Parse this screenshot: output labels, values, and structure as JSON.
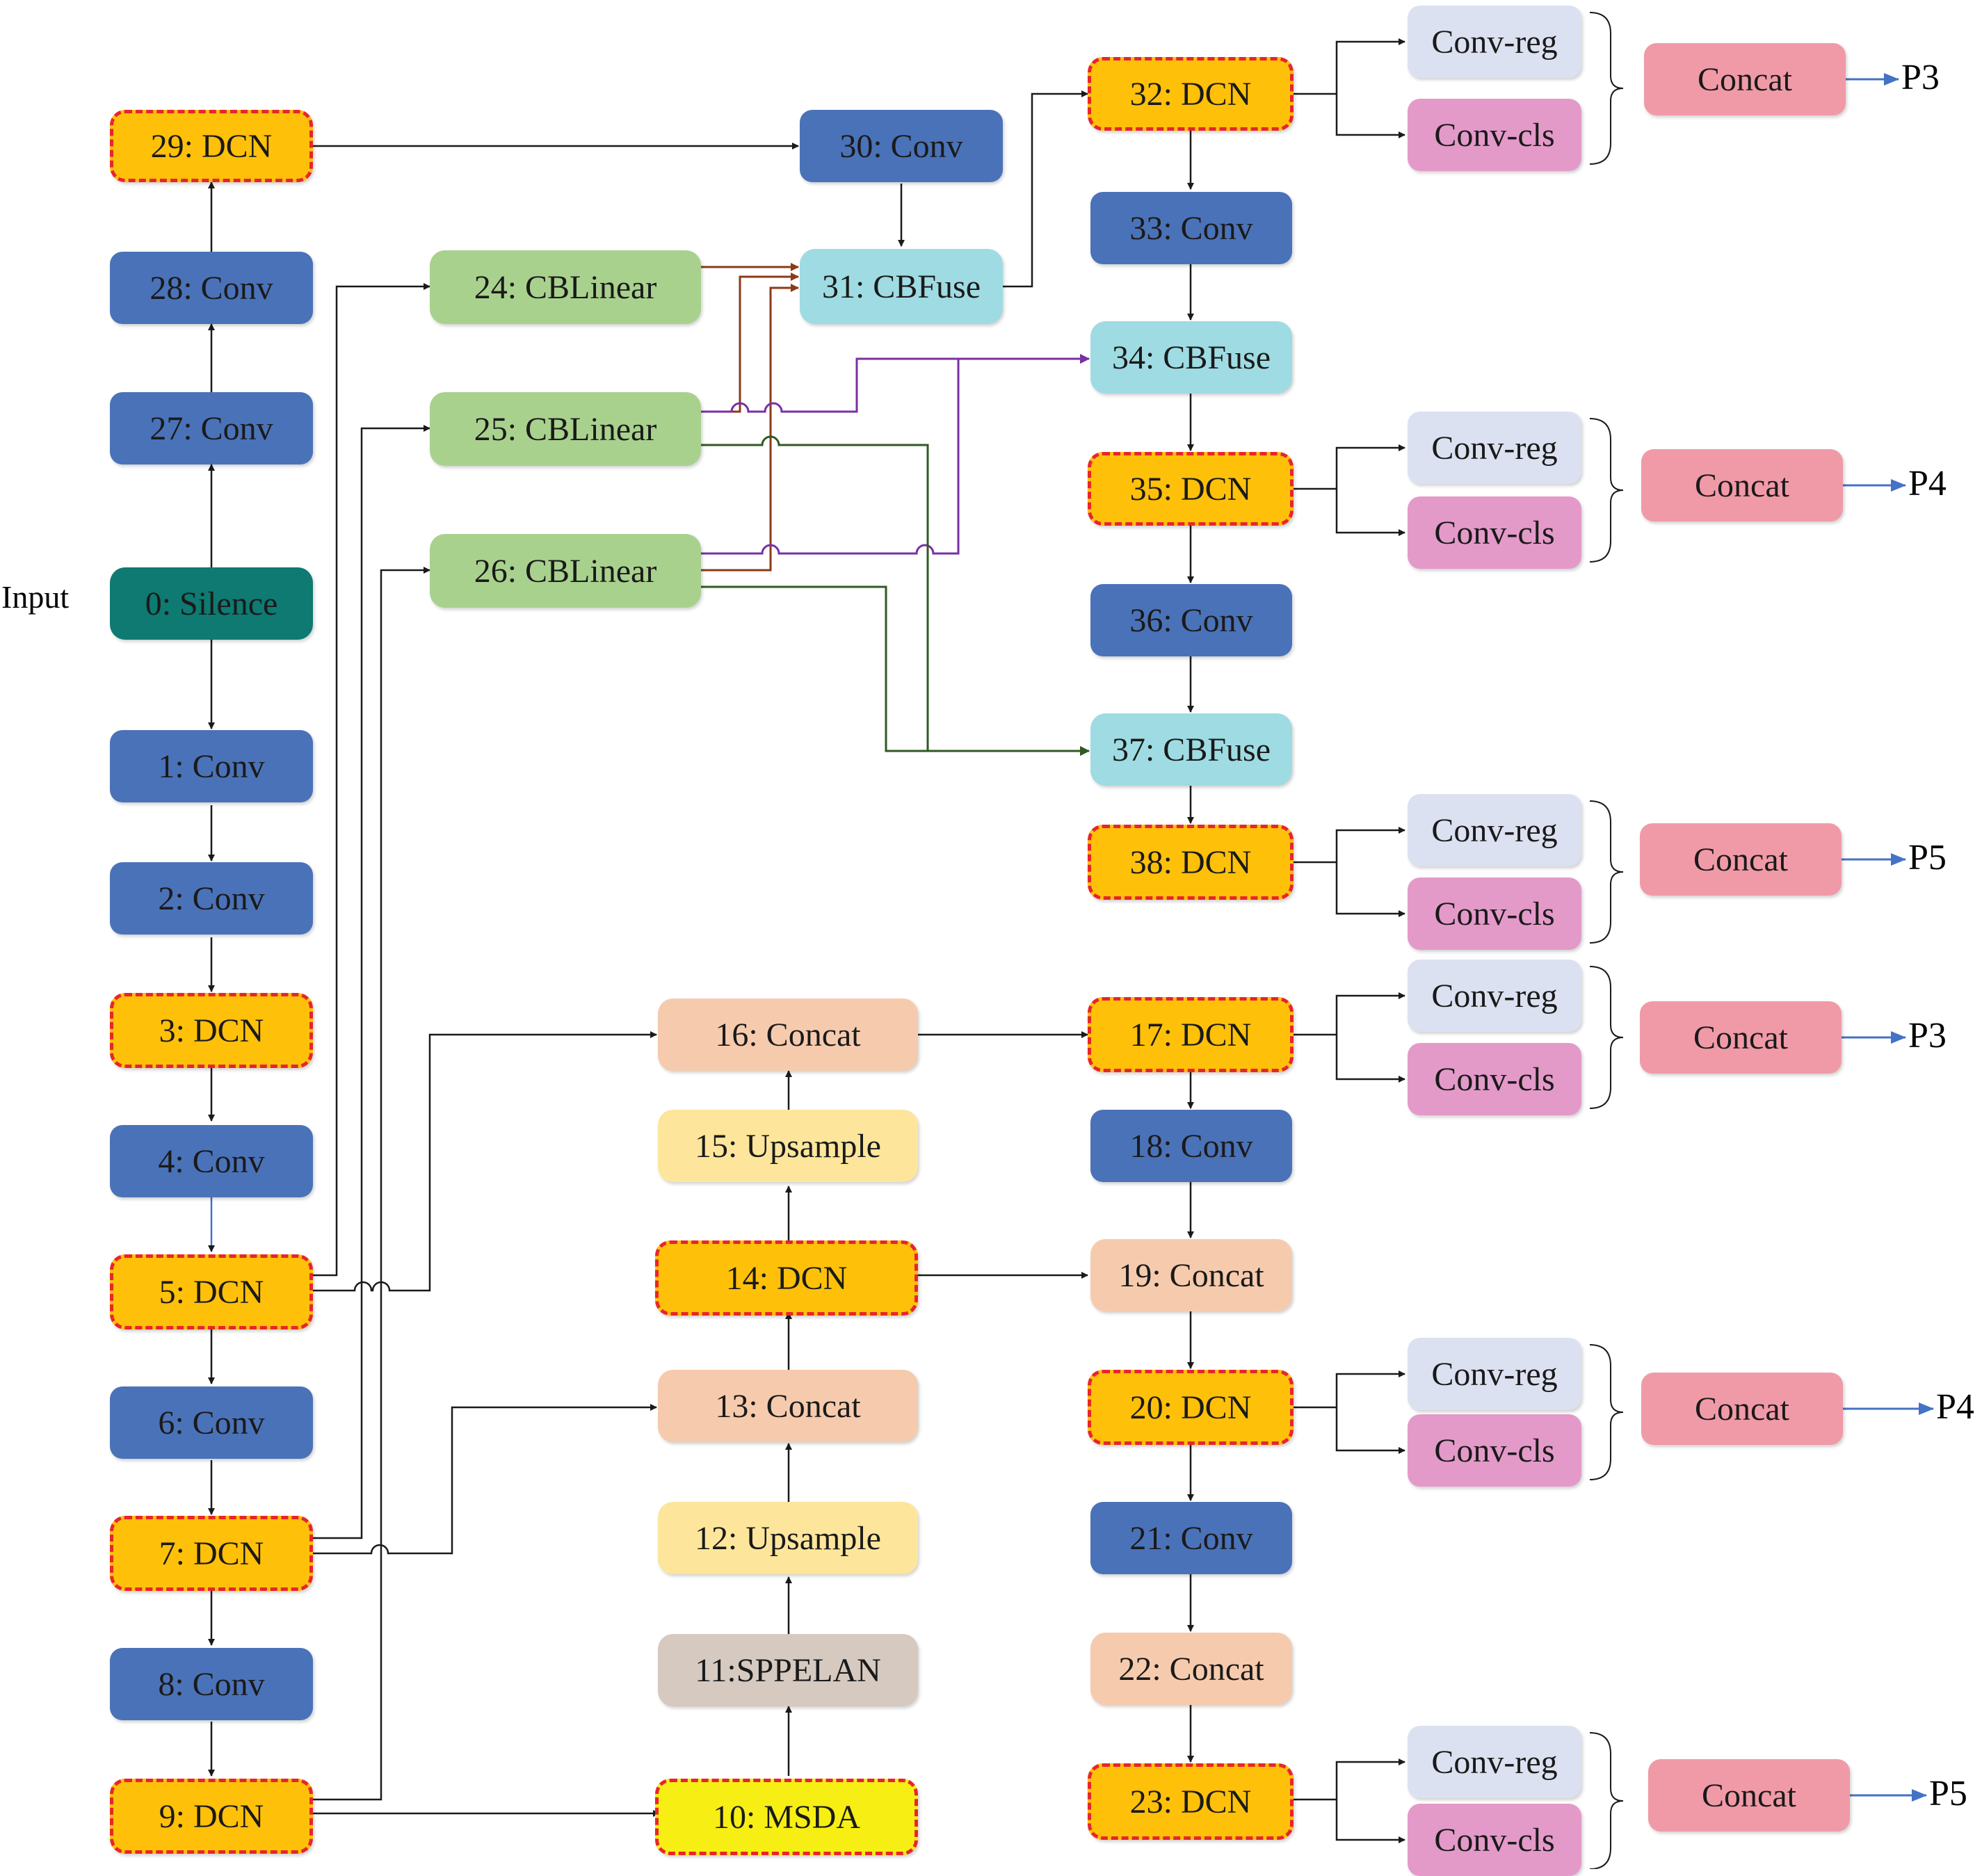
{
  "colors": {
    "conv": "#4a72b8",
    "dcn": "#ffc00a",
    "dcn_border": "#e8252a",
    "silence": "#0e7a72",
    "cblinear": "#a9d18e",
    "cbfuse": "#9fdbe3",
    "concat": "#f6cbad",
    "upsample": "#fde69b",
    "sppelan": "#d6c9c0",
    "msda": "#f7ef14",
    "conv_reg": "#dce1f1",
    "conv_cls": "#e39ac9",
    "head_concat": "#f09aa8",
    "arrow_black": "#1a1a1a",
    "arrow_brown": "#8b3a18",
    "arrow_purple": "#7a2fa6",
    "arrow_green": "#2f5a22",
    "arrow_blue": "#4472c4"
  },
  "input_label": "Input",
  "nodes": {
    "n0": "0: Silence",
    "n1": "1: Conv",
    "n2": "2: Conv",
    "n3": "3: DCN",
    "n4": "4: Conv",
    "n5": "5: DCN",
    "n6": "6: Conv",
    "n7": "7: DCN",
    "n8": "8: Conv",
    "n9": "9: DCN",
    "n10": "10: MSDA",
    "n11": "11:SPPELAN",
    "n12": "12: Upsample",
    "n13": "13: Concat",
    "n14": "14: DCN",
    "n15": "15: Upsample",
    "n16": "16: Concat",
    "n17": "17: DCN",
    "n18": "18: Conv",
    "n19": "19: Concat",
    "n20": "20: DCN",
    "n21": "21: Conv",
    "n22": "22: Concat",
    "n23": "23: DCN",
    "n24": "24: CBLinear",
    "n25": "25: CBLinear",
    "n26": "26: CBLinear",
    "n27": "27: Conv",
    "n28": "28: Conv",
    "n29": "29: DCN",
    "n30": "30: Conv",
    "n31": "31: CBFuse",
    "n32": "32: DCN",
    "n33": "33: Conv",
    "n34": "34: CBFuse",
    "n35": "35: DCN",
    "n36": "36: Conv",
    "n37": "37: CBFuse",
    "n38": "38: DCN"
  },
  "heads": [
    {
      "reg": "Conv-reg",
      "cls": "Conv-cls",
      "concat": "Concat",
      "output": "P3"
    },
    {
      "reg": "Conv-reg",
      "cls": "Conv-cls",
      "concat": "Concat",
      "output": "P4"
    },
    {
      "reg": "Conv-reg",
      "cls": "Conv-cls",
      "concat": "Concat",
      "output": "P5"
    },
    {
      "reg": "Conv-reg",
      "cls": "Conv-cls",
      "concat": "Concat",
      "output": "P3"
    },
    {
      "reg": "Conv-reg",
      "cls": "Conv-cls",
      "concat": "Concat",
      "output": "P4"
    },
    {
      "reg": "Conv-reg",
      "cls": "Conv-cls",
      "concat": "Concat",
      "output": "P5"
    }
  ]
}
